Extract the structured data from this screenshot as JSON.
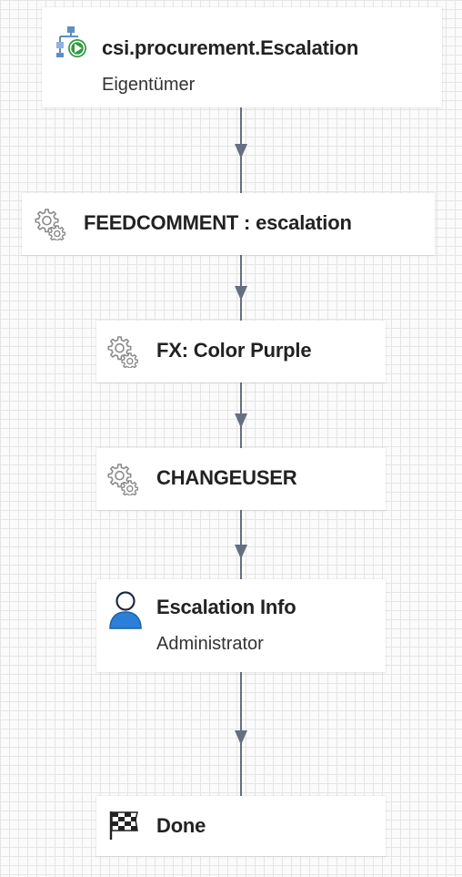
{
  "nodes": [
    {
      "id": "start",
      "title": "csi.procurement.Escalation",
      "subtitle": "Eigentümer",
      "icon": "workflow-start-icon"
    },
    {
      "id": "feed",
      "title": "FEEDCOMMENT : escalation",
      "icon": "gears-icon"
    },
    {
      "id": "fx",
      "title": "FX: Color Purple",
      "icon": "gears-icon"
    },
    {
      "id": "changeuser",
      "title": "CHANGEUSER",
      "icon": "gears-icon"
    },
    {
      "id": "info",
      "title": "Escalation Info",
      "subtitle": "Administrator",
      "icon": "user-icon"
    },
    {
      "id": "done",
      "title": "Done",
      "icon": "checkered-flag-icon"
    }
  ],
  "colors": {
    "connector": "#666f80",
    "user_icon": "#2b7fd9",
    "start_badge": "#2e9e3e",
    "workflow_icon": "#5b8fc9",
    "gear": "#8a8a8a"
  }
}
